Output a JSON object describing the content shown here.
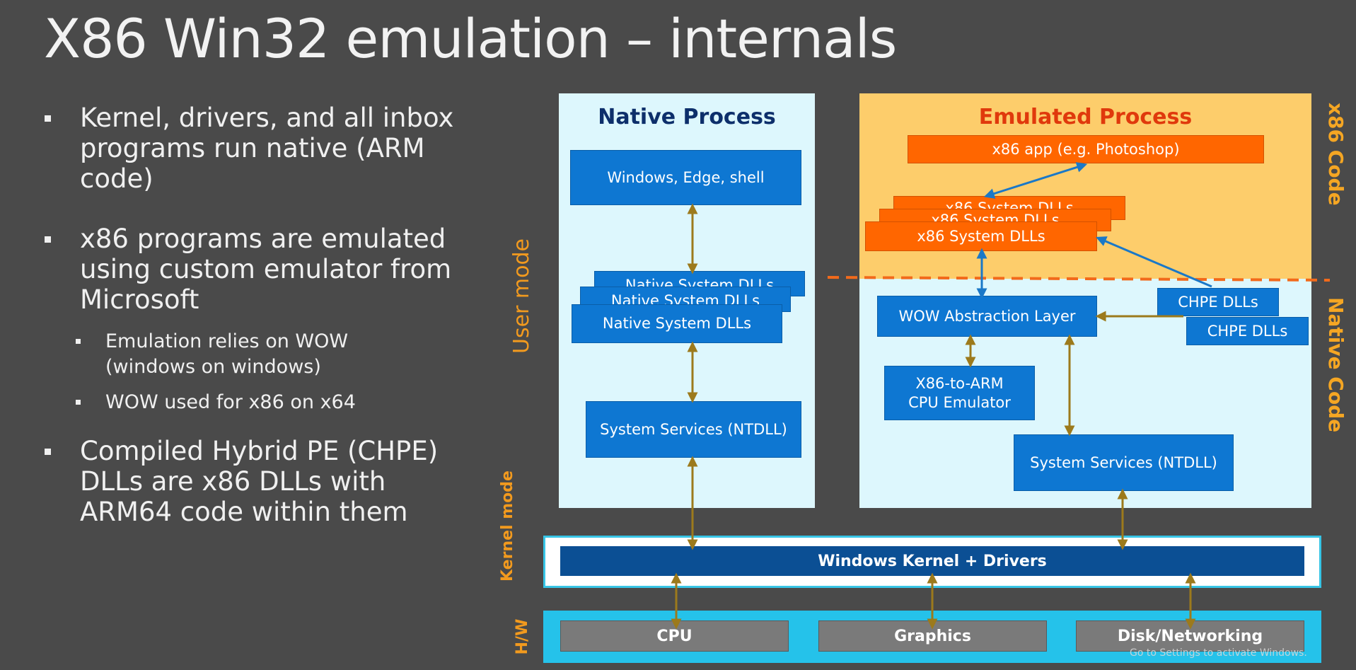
{
  "title": "X86 Win32 emulation – internals",
  "bullets": {
    "b1": "Kernel, drivers, and all inbox programs run native (ARM code)",
    "b2": "x86 programs are emulated using custom emulator from Microsoft",
    "b2_sub1": "Emulation relies on WOW (windows on windows)",
    "b2_sub2": "WOW used for x86 on x64",
    "b3": "Compiled Hybrid PE (CHPE) DLLs are x86 DLLs with ARM64 code within them"
  },
  "labels": {
    "user_mode": "User mode",
    "x86_code": "x86 Code",
    "native_code": "Native Code",
    "kernel_mode": "Kernel mode",
    "hw": "H/W"
  },
  "native_process": {
    "title": "Native Process",
    "windows_edge_shell": "Windows, Edge, shell",
    "native_dlls": "Native System DLLs",
    "system_services": "System Services (NTDLL)"
  },
  "emulated_process": {
    "title": "Emulated Process",
    "x86_app": "x86 app (e.g. Photoshop)",
    "x86_dlls": "x86 System DLLs",
    "wow_layer": "WOW Abstraction Layer",
    "chpe_dlls": "CHPE DLLs",
    "cpu_emulator": "X86-to-ARM CPU Emulator",
    "system_services": "System Services (NTDLL)"
  },
  "kernel": "Windows Kernel + Drivers",
  "hardware": {
    "cpu": "CPU",
    "graphics": "Graphics",
    "disk": "Disk/Networking"
  },
  "watermark": "Go to Settings to activate Windows.",
  "colors": {
    "background": "#4a4a4a",
    "panel": "#ddf7fd",
    "x86_region": "#fdcd6b",
    "blue_box": "#0e77d2",
    "orange_box": "#ff6600",
    "kernel_bar": "#0b4f94",
    "hw_band": "#25c2ea",
    "arrow_gold": "#9c7a1c",
    "arrow_blue": "#1a78c8",
    "divider": "#f26a1b",
    "label_orange": "#f29a1e"
  }
}
